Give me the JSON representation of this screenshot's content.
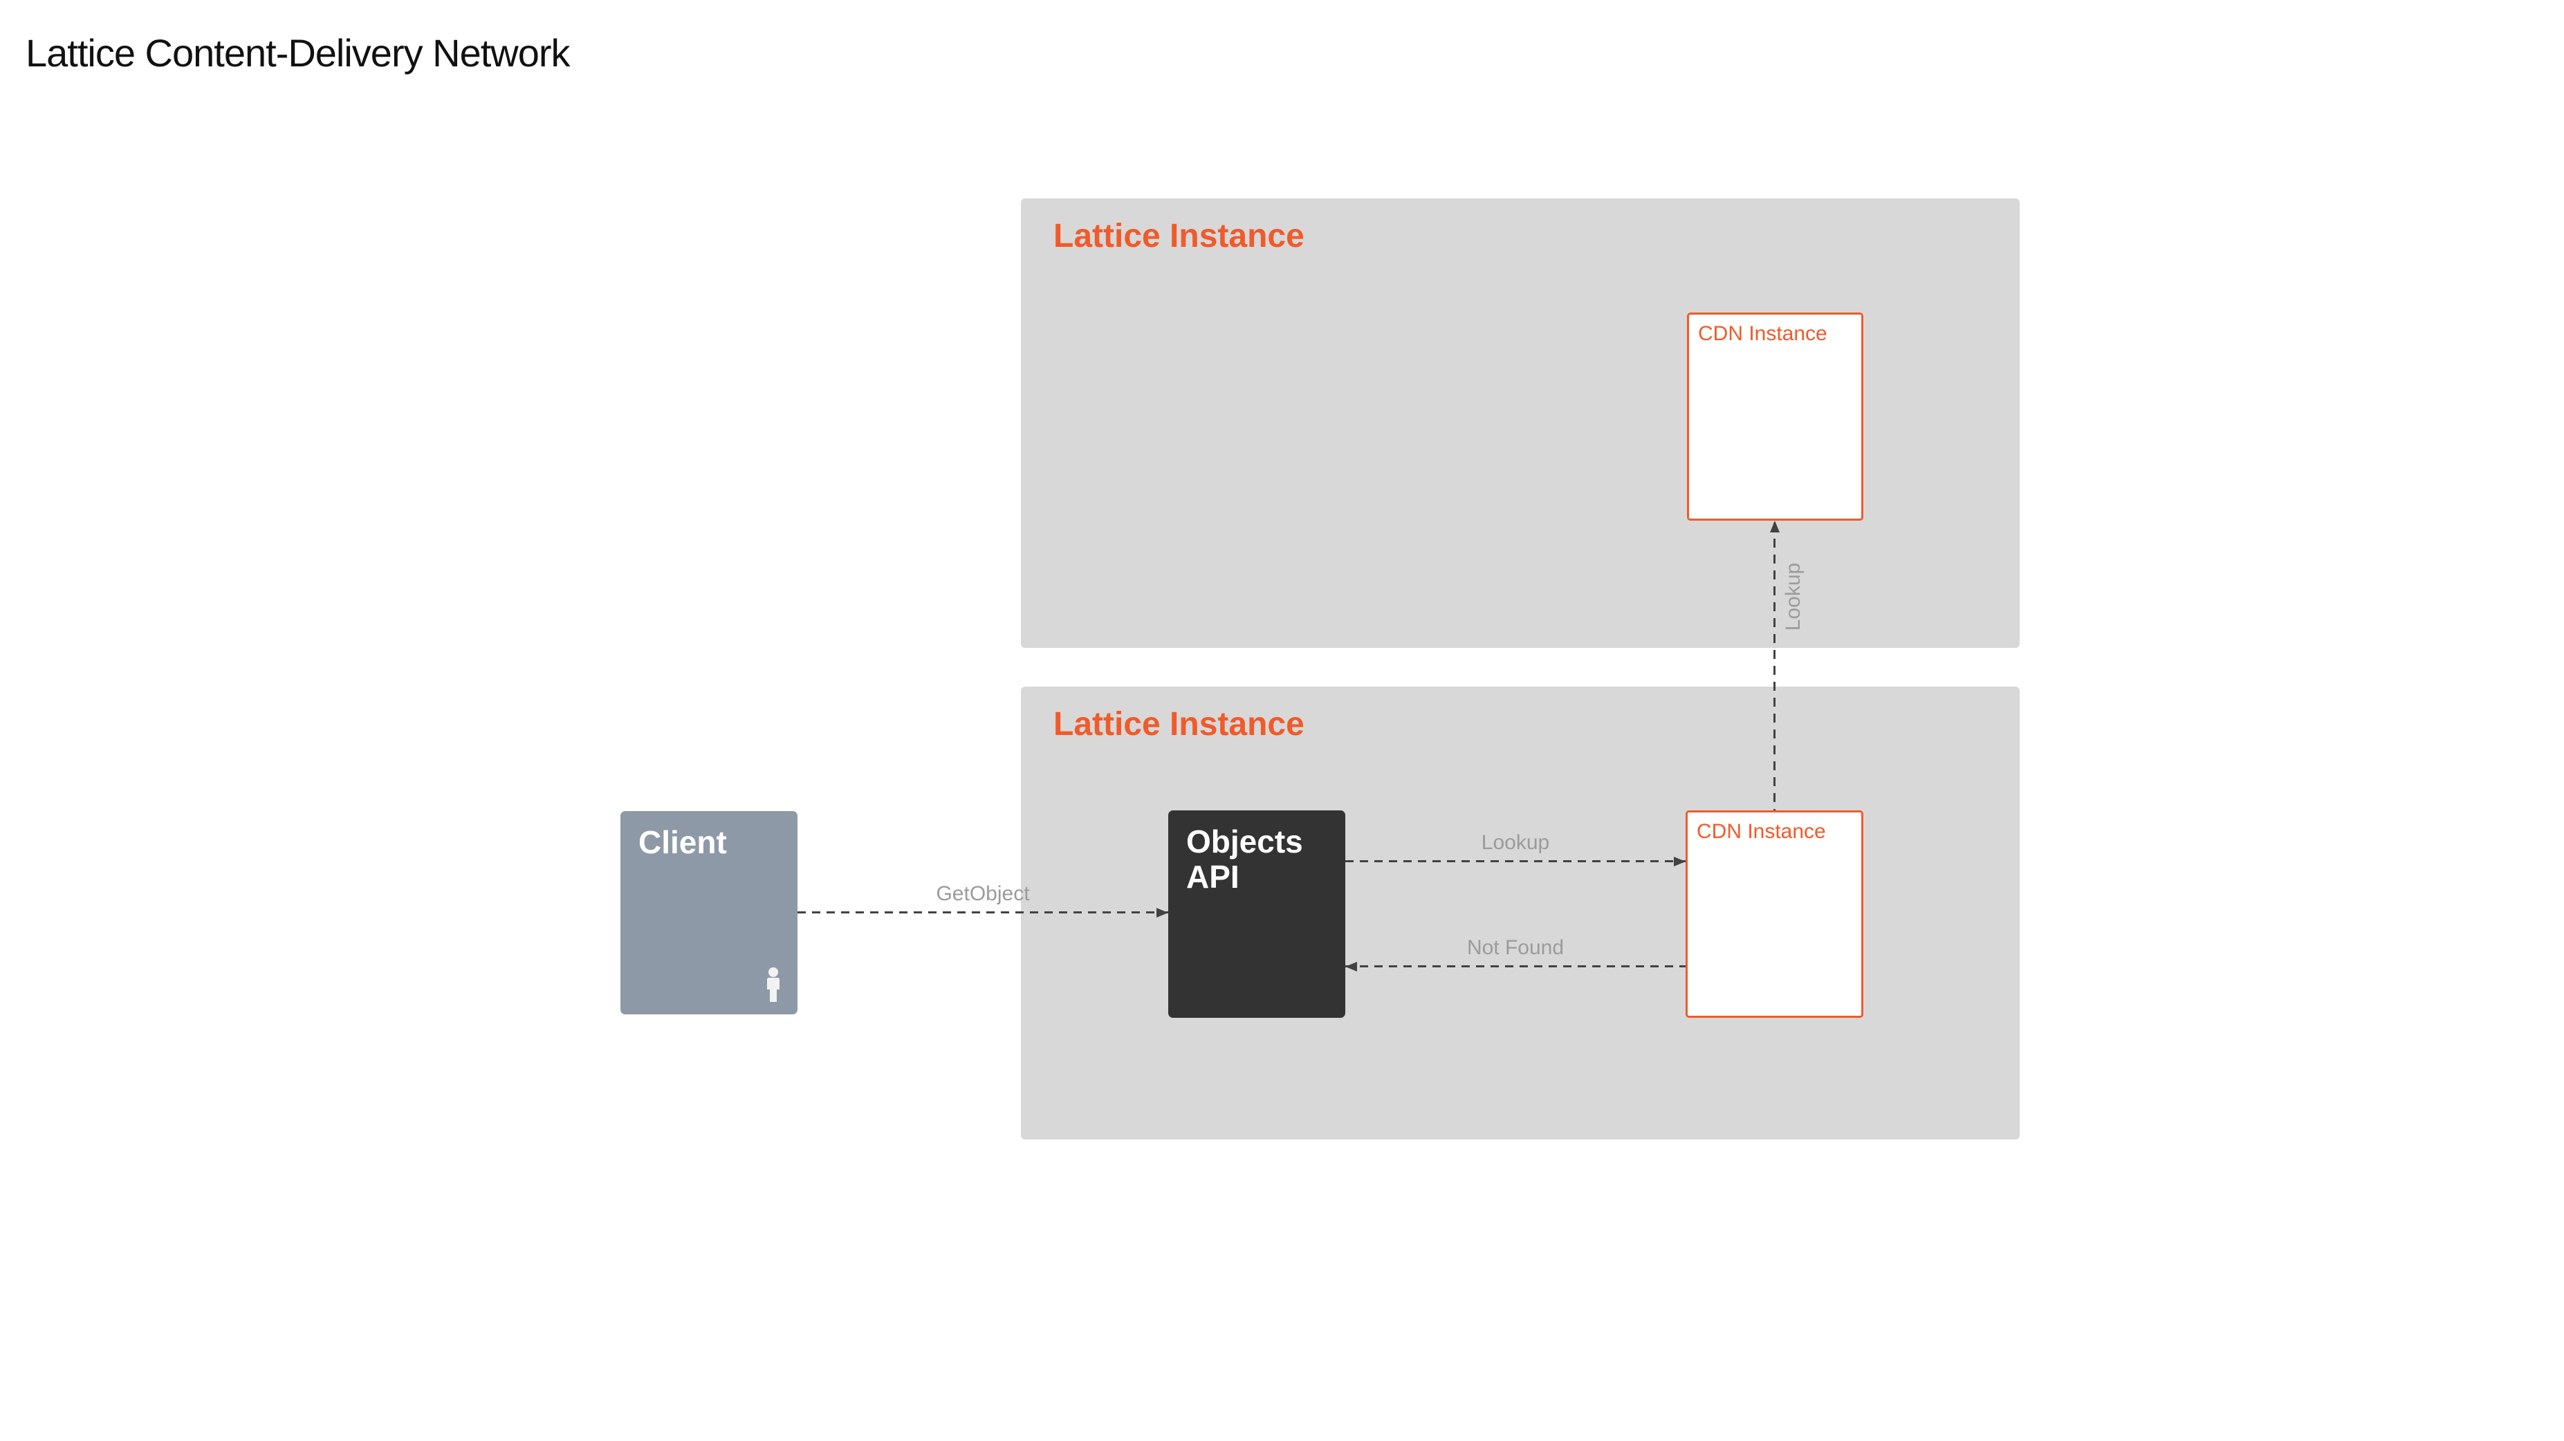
{
  "title": "Lattice Content-Delivery Network",
  "colors": {
    "accent_orange": "#F15A29",
    "container_gray": "#D8D8D8",
    "client_slate": "#8E99A7",
    "objects_api_dark": "#333333",
    "arrow_line": "#424242",
    "arrow_label_gray": "#9B9B9B",
    "title_black": "#111111"
  },
  "containers": {
    "top": {
      "label": "Lattice Instance",
      "nodes": {
        "cdn": {
          "label": "CDN Instance"
        }
      }
    },
    "bottom": {
      "label": "Lattice Instance",
      "nodes": {
        "objects_api": {
          "label": "Objects API"
        },
        "cdn": {
          "label": "CDN Instance"
        }
      }
    }
  },
  "nodes": {
    "client": {
      "label": "Client",
      "icon": "person-icon"
    }
  },
  "arrows": {
    "get_object": {
      "label": "GetObject",
      "direction": "right",
      "from": "Client",
      "to": "Objects API"
    },
    "lookup_horizontal": {
      "label": "Lookup",
      "direction": "right",
      "from": "Objects API",
      "to": "CDN Instance (bottom)"
    },
    "not_found": {
      "label": "Not Found",
      "direction": "left",
      "from": "CDN Instance (bottom)",
      "to": "Objects API"
    },
    "lookup_vertical": {
      "label": "Lookup",
      "direction": "up",
      "from": "CDN Instance (bottom)",
      "to": "CDN Instance (top)"
    }
  }
}
